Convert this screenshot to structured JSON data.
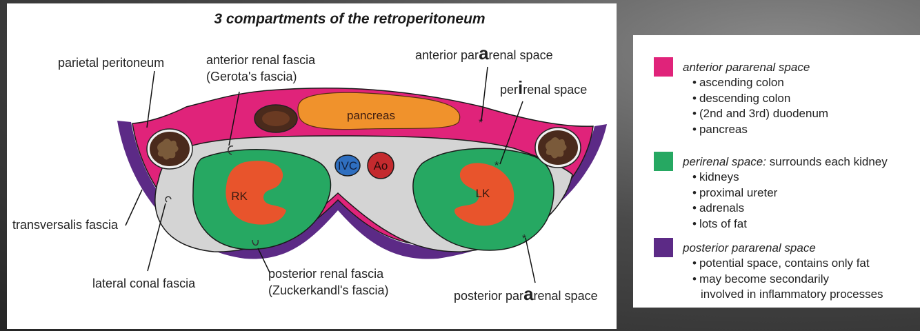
{
  "title": "3 compartments of the retroperitoneum",
  "labels": {
    "parietal_peritoneum": "parietal peritoneum",
    "anterior_renal_fascia_1": "anterior renal fascia",
    "anterior_renal_fascia_2": "(Gerota's fascia)",
    "anterior_pararenal_pre": "anterior par",
    "anterior_pararenal_big": "a",
    "anterior_pararenal_post": "renal space",
    "perirenal_pre": "per",
    "perirenal_big": "i",
    "perirenal_post": "renal space",
    "transversalis_fascia": "transversalis fascia",
    "lateral_conal_fascia": "lateral conal fascia",
    "posterior_renal_fascia_1": "posterior renal fascia",
    "posterior_renal_fascia_2": "(Zuckerkandl's fascia)",
    "posterior_pararenal_pre": "posterior par",
    "posterior_pararenal_big": "a",
    "posterior_pararenal_post": "renal space"
  },
  "structures": {
    "pancreas": "pancreas",
    "ivc": "IVC",
    "aorta": "Ao",
    "right_kidney": "RK",
    "left_kidney": "LK"
  },
  "colors": {
    "anterior_pararenal": "#e0237a",
    "perirenal": "#26a862",
    "posterior_pararenal": "#5c2a86",
    "pancreas": "#f0922c",
    "kidney": "#e8542c",
    "ivc": "#2f6fc0",
    "aorta": "#c42a2e",
    "colon": "#4a2a1c",
    "fascia_gap": "#d4d4d4"
  },
  "legend": [
    {
      "name": "anterior pararenal space",
      "suffix": "",
      "color": "#e0237a",
      "items": [
        "ascending colon",
        "descending colon",
        "(2nd and 3rd) duodenum",
        "pancreas"
      ]
    },
    {
      "name": "perirenal space:",
      "suffix": " surrounds each kidney",
      "color": "#26a862",
      "items": [
        "kidneys",
        "proximal ureter",
        "adrenals",
        "lots of fat"
      ]
    },
    {
      "name": "posterior pararenal space",
      "suffix": "",
      "color": "#5c2a86",
      "items": [
        "potential space, contains only fat",
        "may become secondarily",
        "involved in inflammatory processes"
      ]
    }
  ]
}
